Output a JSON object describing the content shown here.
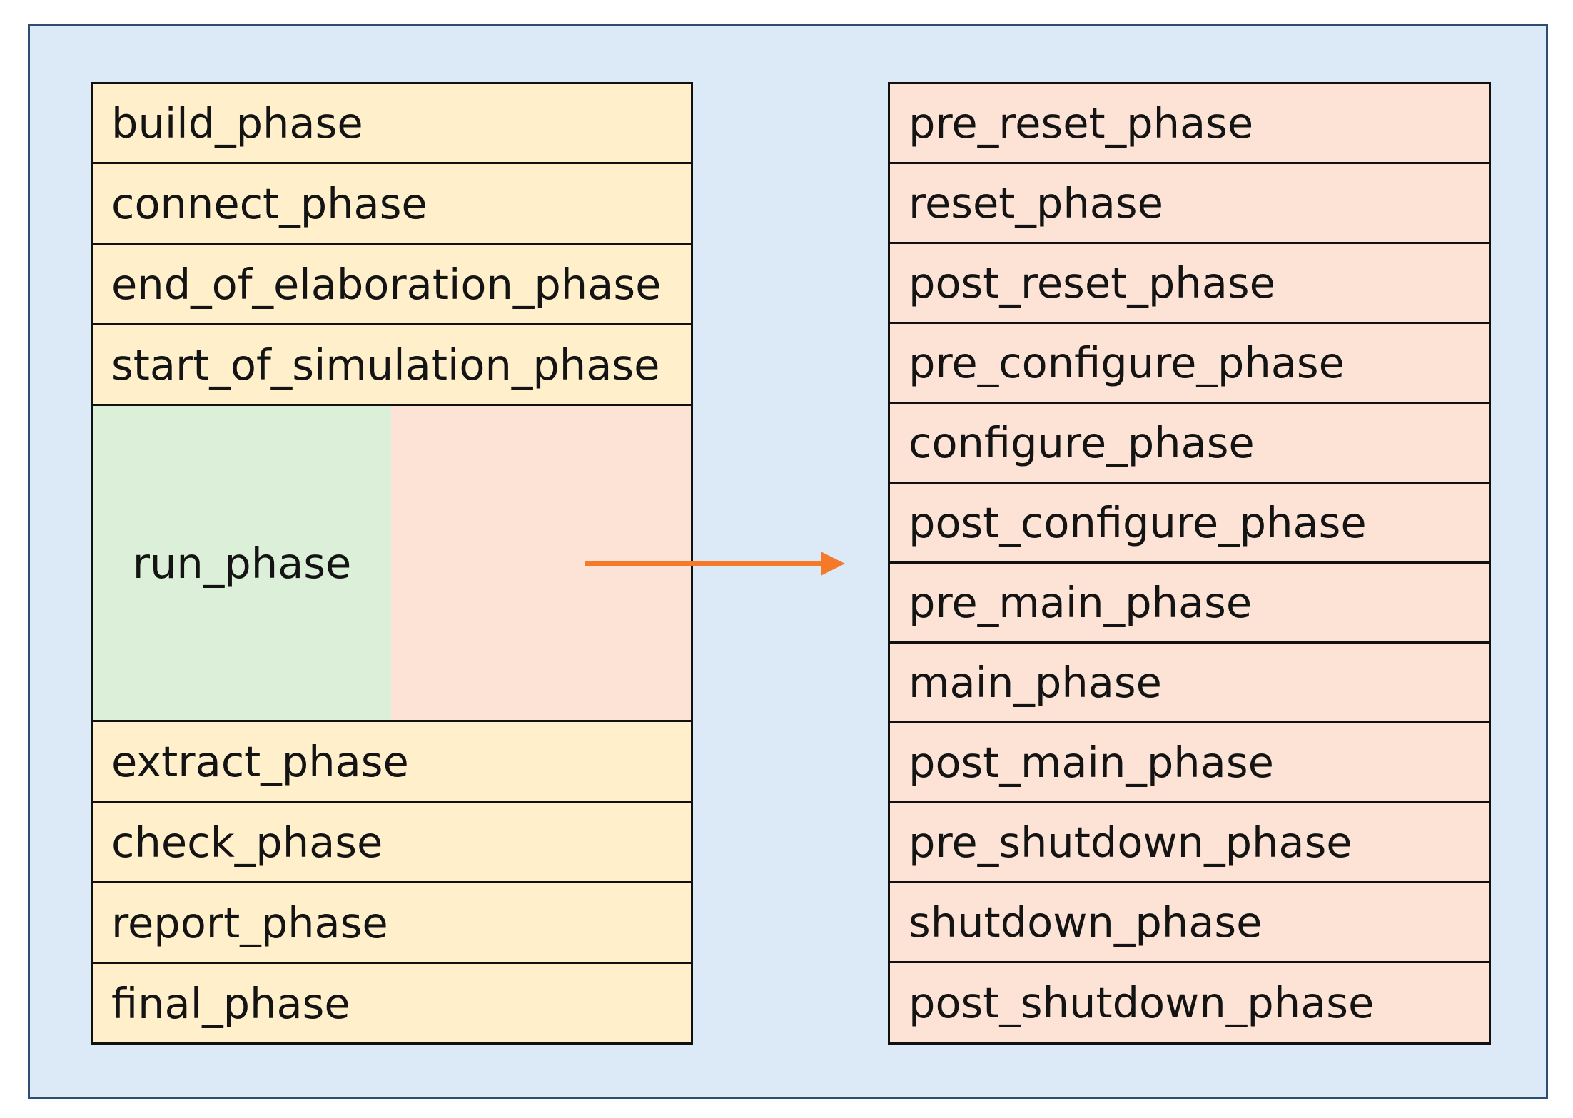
{
  "left_column": {
    "top_phases": [
      "build_phase",
      "connect_phase",
      "end_of_elaboration_phase",
      "start_of_simulation_phase"
    ],
    "run_phase": "run_phase",
    "bottom_phases": [
      "extract_phase",
      "check_phase",
      "report_phase",
      "final_phase"
    ]
  },
  "right_column": {
    "runtime_phases": [
      "pre_reset_phase",
      "reset_phase",
      "post_reset_phase",
      "pre_configure_phase",
      "configure_phase",
      "post_configure_phase",
      "pre_main_phase",
      "main_phase",
      "post_main_phase",
      "pre_shutdown_phase",
      "shutdown_phase",
      "post_shutdown_phase"
    ]
  },
  "colors": {
    "frame_background": "#dce9f6",
    "common_phase": "#fff0cb",
    "run_phase": "#dcefd8",
    "runtime_phase": "#fde3d5",
    "arrow": "#f47a2a"
  }
}
